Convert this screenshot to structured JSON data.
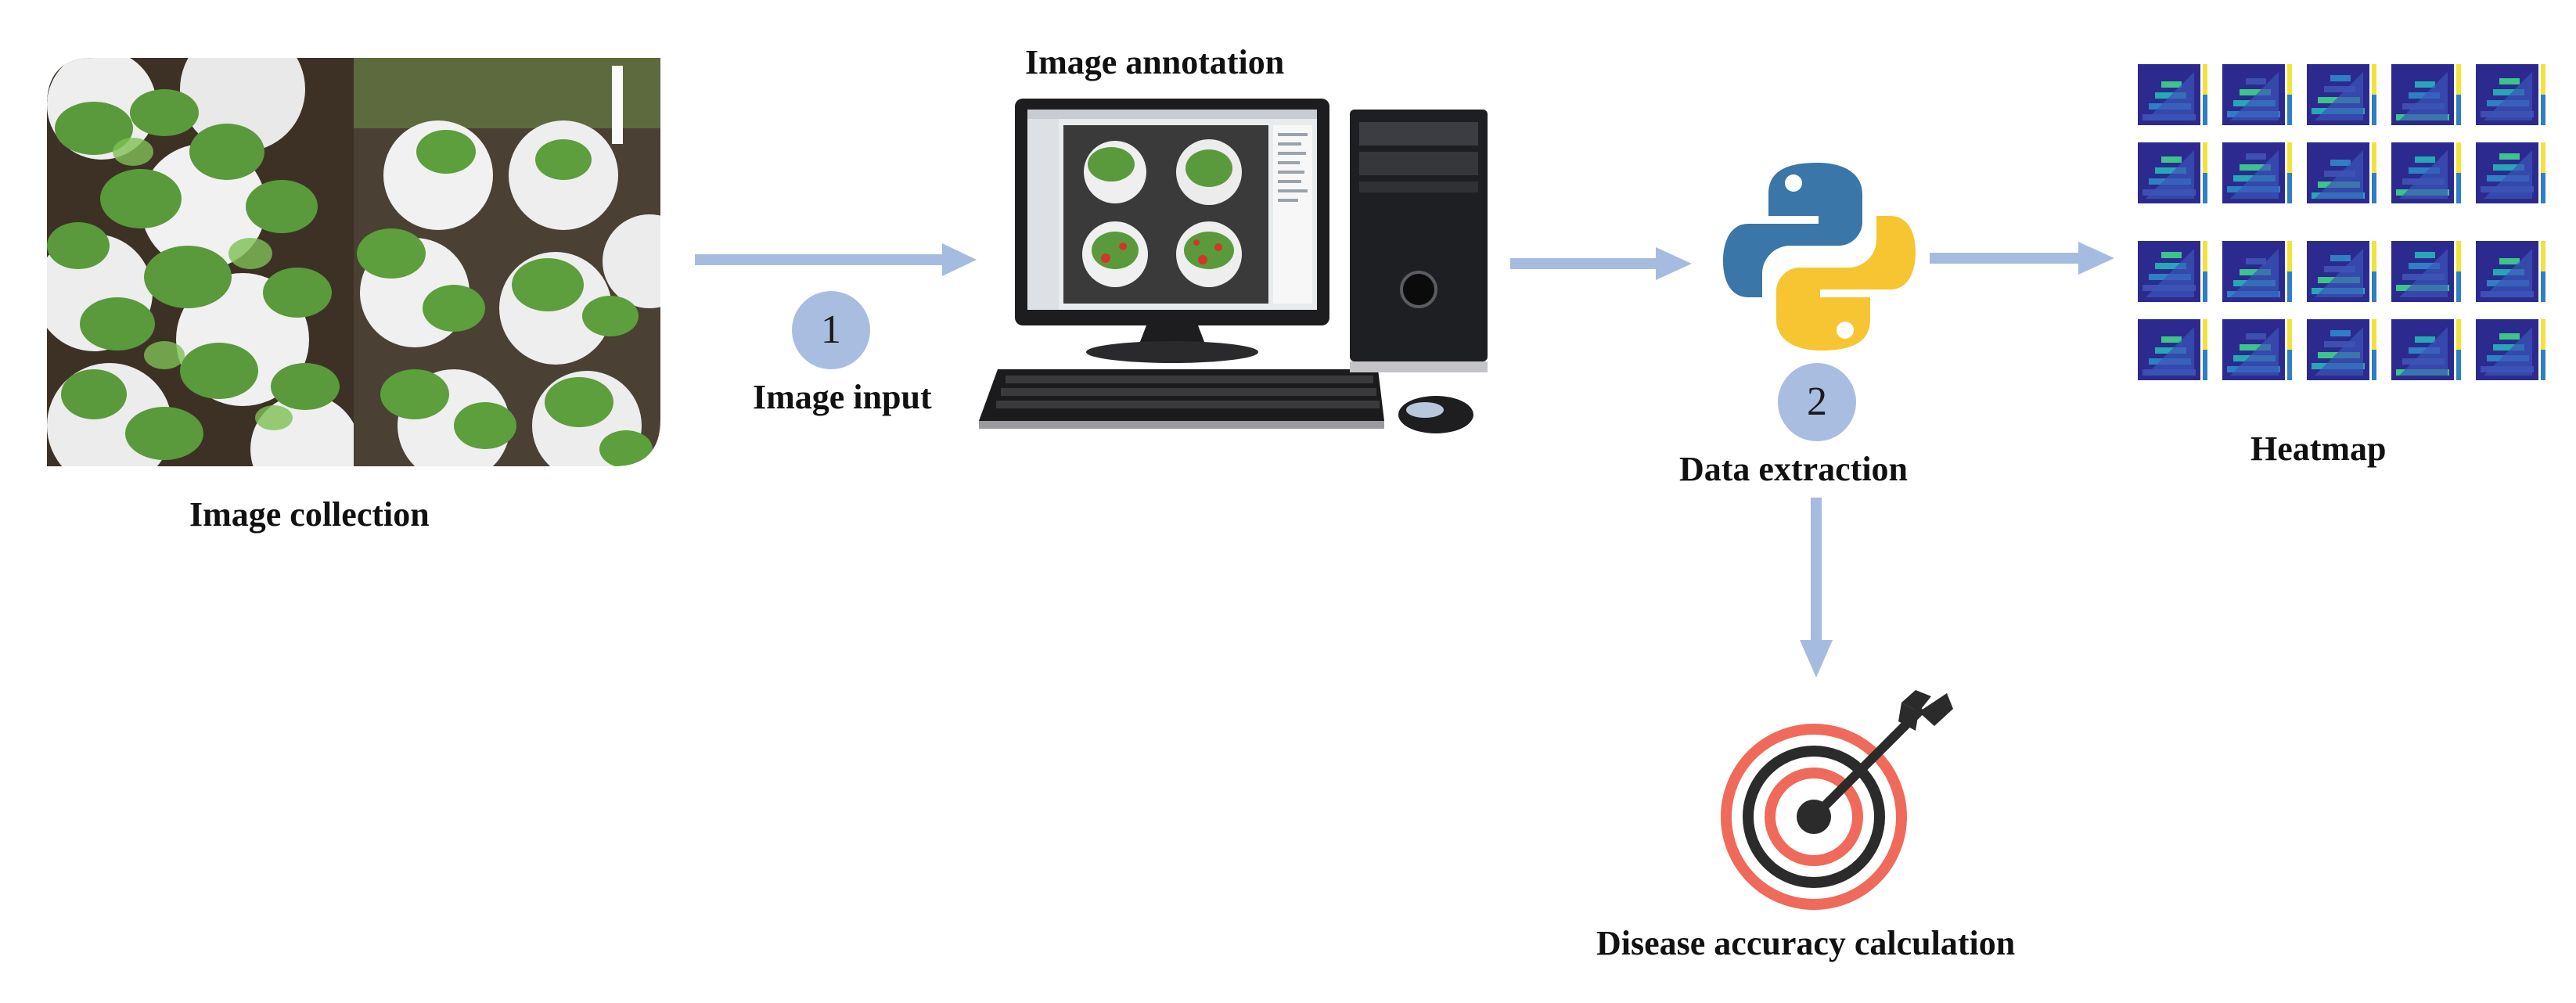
{
  "colors": {
    "arrow": "#a6bbe0",
    "badge": "#a9bde0",
    "plant_green": "#5a9a3c",
    "pot_white": "#f2f2f2",
    "soil": "#3a2f24",
    "python_blue": "#3a76a8",
    "python_yellow": "#f6c531",
    "target_red": "#ef6a5a",
    "target_dark": "#2b2b2b",
    "heatmap_dark": "#2c2a8f",
    "heatmap_bright": "#f3e23a"
  },
  "icons": {
    "photos": "plant-photo-icon",
    "computer": "desktop-computer-icon",
    "python": "python-logo-icon",
    "target": "target-arrow-icon",
    "heatmap": "heatmap-grid-icon"
  },
  "steps": {
    "image_collection": "Image collection",
    "image_input": "Image input",
    "image_annotation": "Image annotation",
    "data_extraction": "Data extraction",
    "heatmap": "Heatmap",
    "disease_accuracy": "Disease accuracy calculation"
  },
  "badges": {
    "one": "1",
    "two": "2"
  }
}
